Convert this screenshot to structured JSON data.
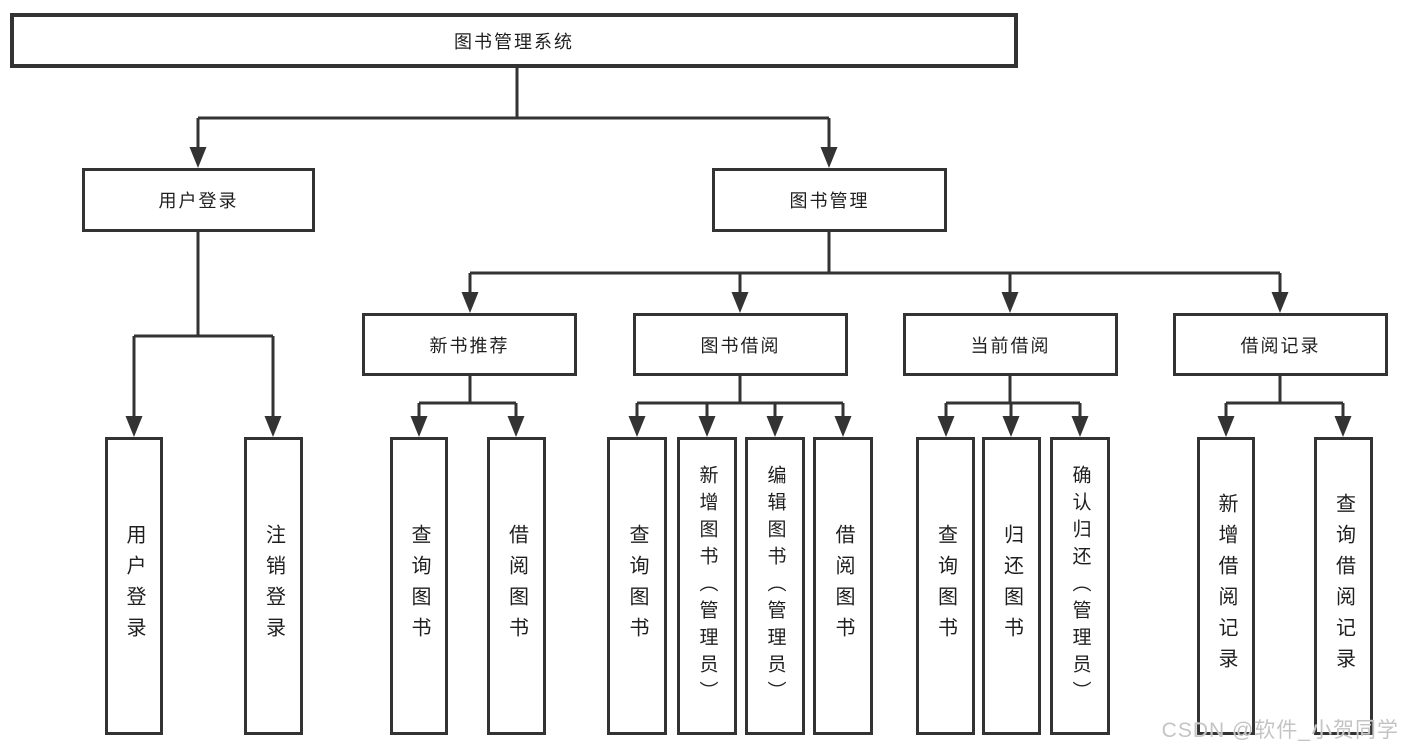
{
  "diagram": {
    "root": {
      "label": "图书管理系统"
    },
    "branches": [
      {
        "label": "用户登录",
        "children": [
          {
            "label": "用户登录"
          },
          {
            "label": "注销登录"
          }
        ]
      },
      {
        "label": "图书管理",
        "children": [
          {
            "label": "新书推荐",
            "children": [
              {
                "label": "查询图书"
              },
              {
                "label": "借阅图书"
              }
            ]
          },
          {
            "label": "图书借阅",
            "children": [
              {
                "label": "查询图书"
              },
              {
                "label": "新增图书（管理员）"
              },
              {
                "label": "编辑图书（管理员）"
              },
              {
                "label": "借阅图书"
              }
            ]
          },
          {
            "label": "当前借阅",
            "children": [
              {
                "label": "查询图书"
              },
              {
                "label": "归还图书"
              },
              {
                "label": "确认归还（管理员）"
              }
            ]
          },
          {
            "label": "借阅记录",
            "children": [
              {
                "label": "新增借阅记录"
              },
              {
                "label": "查询借阅记录"
              }
            ]
          }
        ]
      }
    ]
  },
  "watermark": {
    "text": "CSDN @软件_小贺同学"
  },
  "colors": {
    "line": "#333333",
    "box_border": "#333333",
    "text": "#1f1f1f",
    "background": "#ffffff",
    "watermark": "#c4c4c4"
  }
}
